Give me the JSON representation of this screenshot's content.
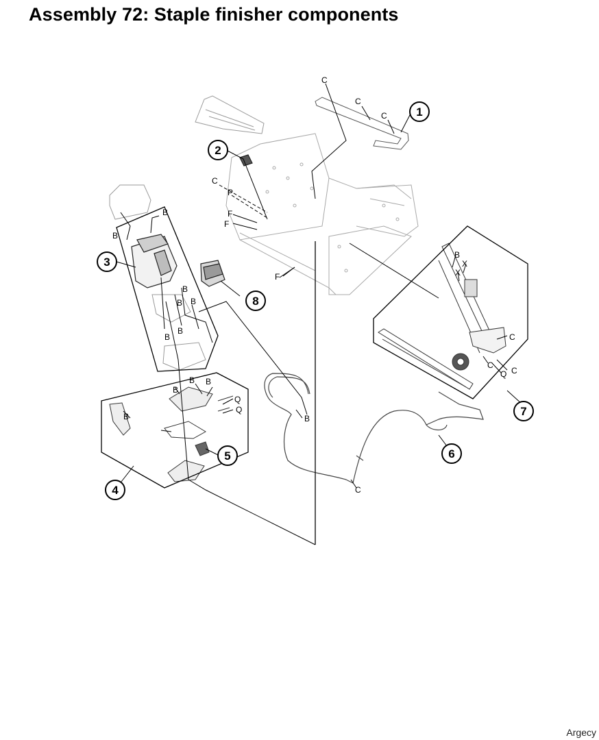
{
  "title": "Assembly 72: Staple finisher components",
  "footer": "Argecy",
  "callouts": [
    "1",
    "2",
    "3",
    "4",
    "5",
    "6",
    "7",
    "8"
  ],
  "letters": {
    "B": "B",
    "C": "C",
    "F": "F",
    "P": "P",
    "Q": "Q",
    "X": "X"
  }
}
